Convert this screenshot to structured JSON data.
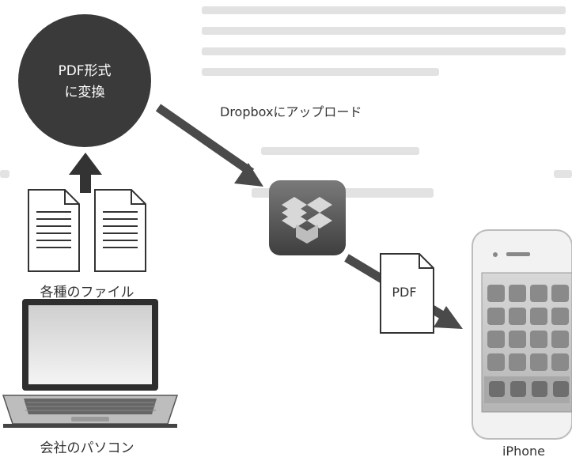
{
  "convert": {
    "line1": "PDF形式",
    "line2": "に変換"
  },
  "upload_label": "Dropboxにアップロード",
  "files_label": "各種のファイル",
  "pc_label": "会社のパソコン",
  "pdf_doc_label": "PDF",
  "iphone_label": "iPhone",
  "icons": [
    "document-icon",
    "dropbox-icon",
    "laptop-icon",
    "iphone-icon",
    "arrow-icon"
  ],
  "colors": {
    "circle": "#3a3a3a",
    "arrow": "#4a4a4a",
    "dropbox": "#555555",
    "text": "#333333"
  }
}
